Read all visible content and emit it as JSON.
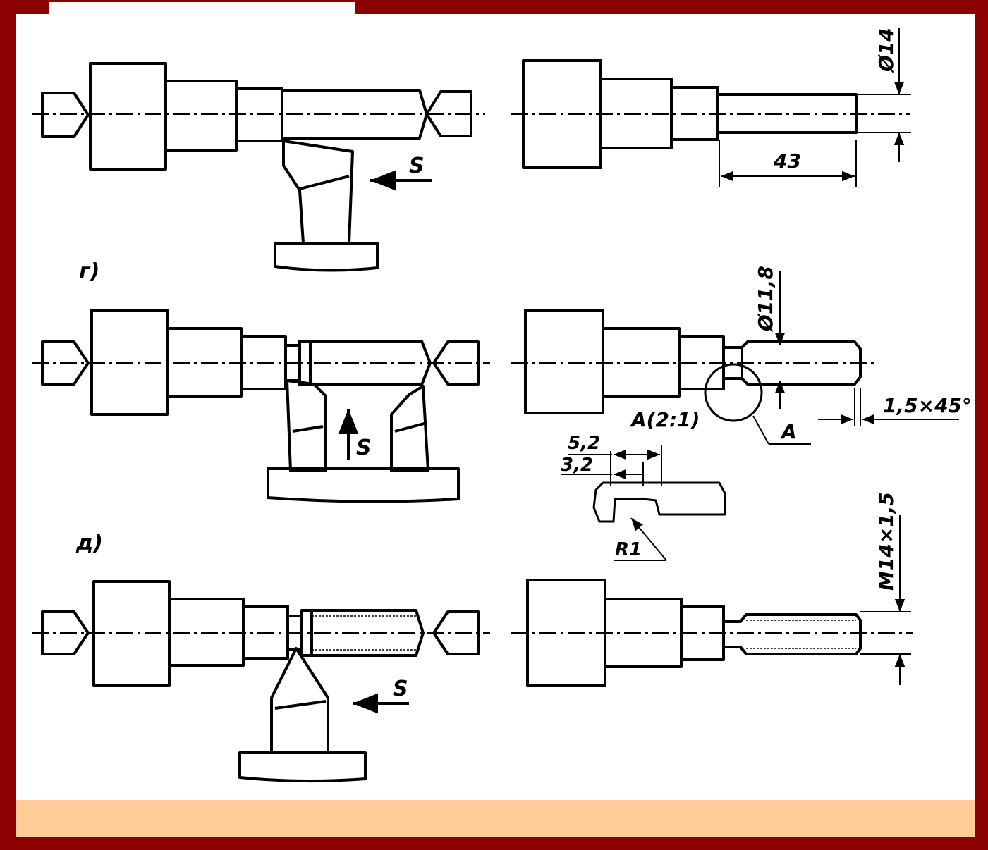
{
  "colors": {
    "frame": "#8b0000",
    "sheet": "#ffffff",
    "footer": "#ffcc99",
    "ink": "#000000"
  },
  "stages": [
    {
      "label": "г)",
      "feed": "S",
      "dims": {
        "diameter": "Ø14",
        "length": "43"
      }
    },
    {
      "label": "",
      "feed": "S",
      "dims": {
        "diameter": "Ø11,8",
        "chamfer": "1,5×45°",
        "detail_ref": "A(2:1)",
        "detail_mark": "A",
        "width1": "5,2",
        "width2": "3,2",
        "radius": "R1"
      }
    },
    {
      "label": "д)",
      "feed": "S",
      "dims": {
        "thread": "M14×1,5"
      }
    }
  ]
}
